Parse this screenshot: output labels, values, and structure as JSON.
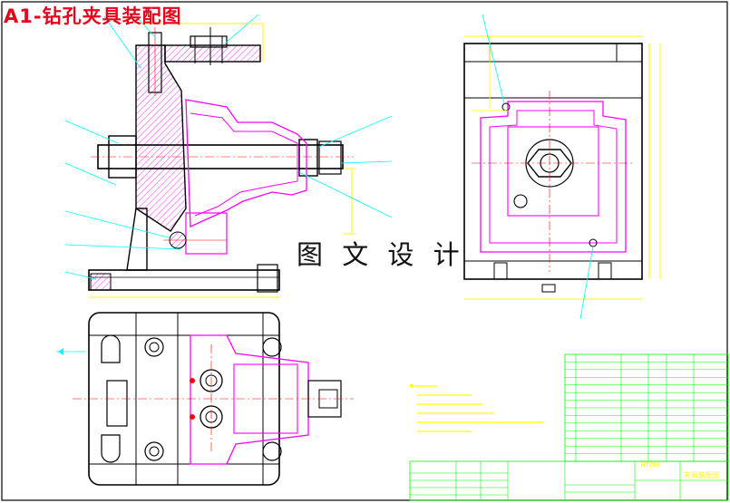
{
  "drawing": {
    "title": "A1-钻孔夹具装配图",
    "watermark": "图 文 设 计",
    "colors": {
      "outline": "#000000",
      "magenta": "#ff00ff",
      "yellow": "#ffff00",
      "cyan": "#00ffff",
      "red": "#ff0000",
      "green": "#00ff00",
      "title_red": "#e8001c"
    }
  },
  "title_block": {
    "material_label": "HT200",
    "drawing_name": "夹具装配图"
  }
}
